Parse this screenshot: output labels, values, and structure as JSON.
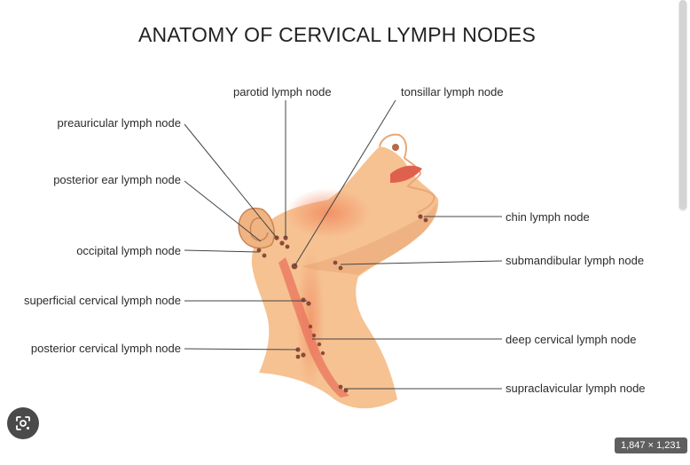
{
  "diagram": {
    "title": "ANATOMY OF CERVICAL LYMPH NODES",
    "labels_left": [
      {
        "id": "preauricular",
        "text": "preauricular lymph node"
      },
      {
        "id": "posterior-ear",
        "text": "posterior ear lymph node"
      },
      {
        "id": "occipital",
        "text": "occipital lymph node"
      },
      {
        "id": "superficial-cervical",
        "text": "superficial cervical lymph node"
      },
      {
        "id": "posterior-cervical",
        "text": "posterior cervical lymph node"
      }
    ],
    "labels_top": [
      {
        "id": "parotid",
        "text": "parotid lymph node"
      },
      {
        "id": "tonsillar",
        "text": "tonsillar lymph node"
      }
    ],
    "labels_right": [
      {
        "id": "chin",
        "text": "chin lymph node"
      },
      {
        "id": "submandibular",
        "text": "submandibular lymph node"
      },
      {
        "id": "deep-cervical",
        "text": "deep cervical lymph node"
      },
      {
        "id": "supraclavicular",
        "text": "supraclavicular lymph node"
      }
    ],
    "colors": {
      "skin": "#f6c292",
      "skin_shadow": "#e9a876",
      "highlight": "#f1895f",
      "node": "#8a4b3a",
      "line": "#444444",
      "lips": "#e0604e"
    }
  },
  "overlay": {
    "dimensions": "1,847 × 1,231",
    "lens_icon": "visual-search-icon"
  }
}
